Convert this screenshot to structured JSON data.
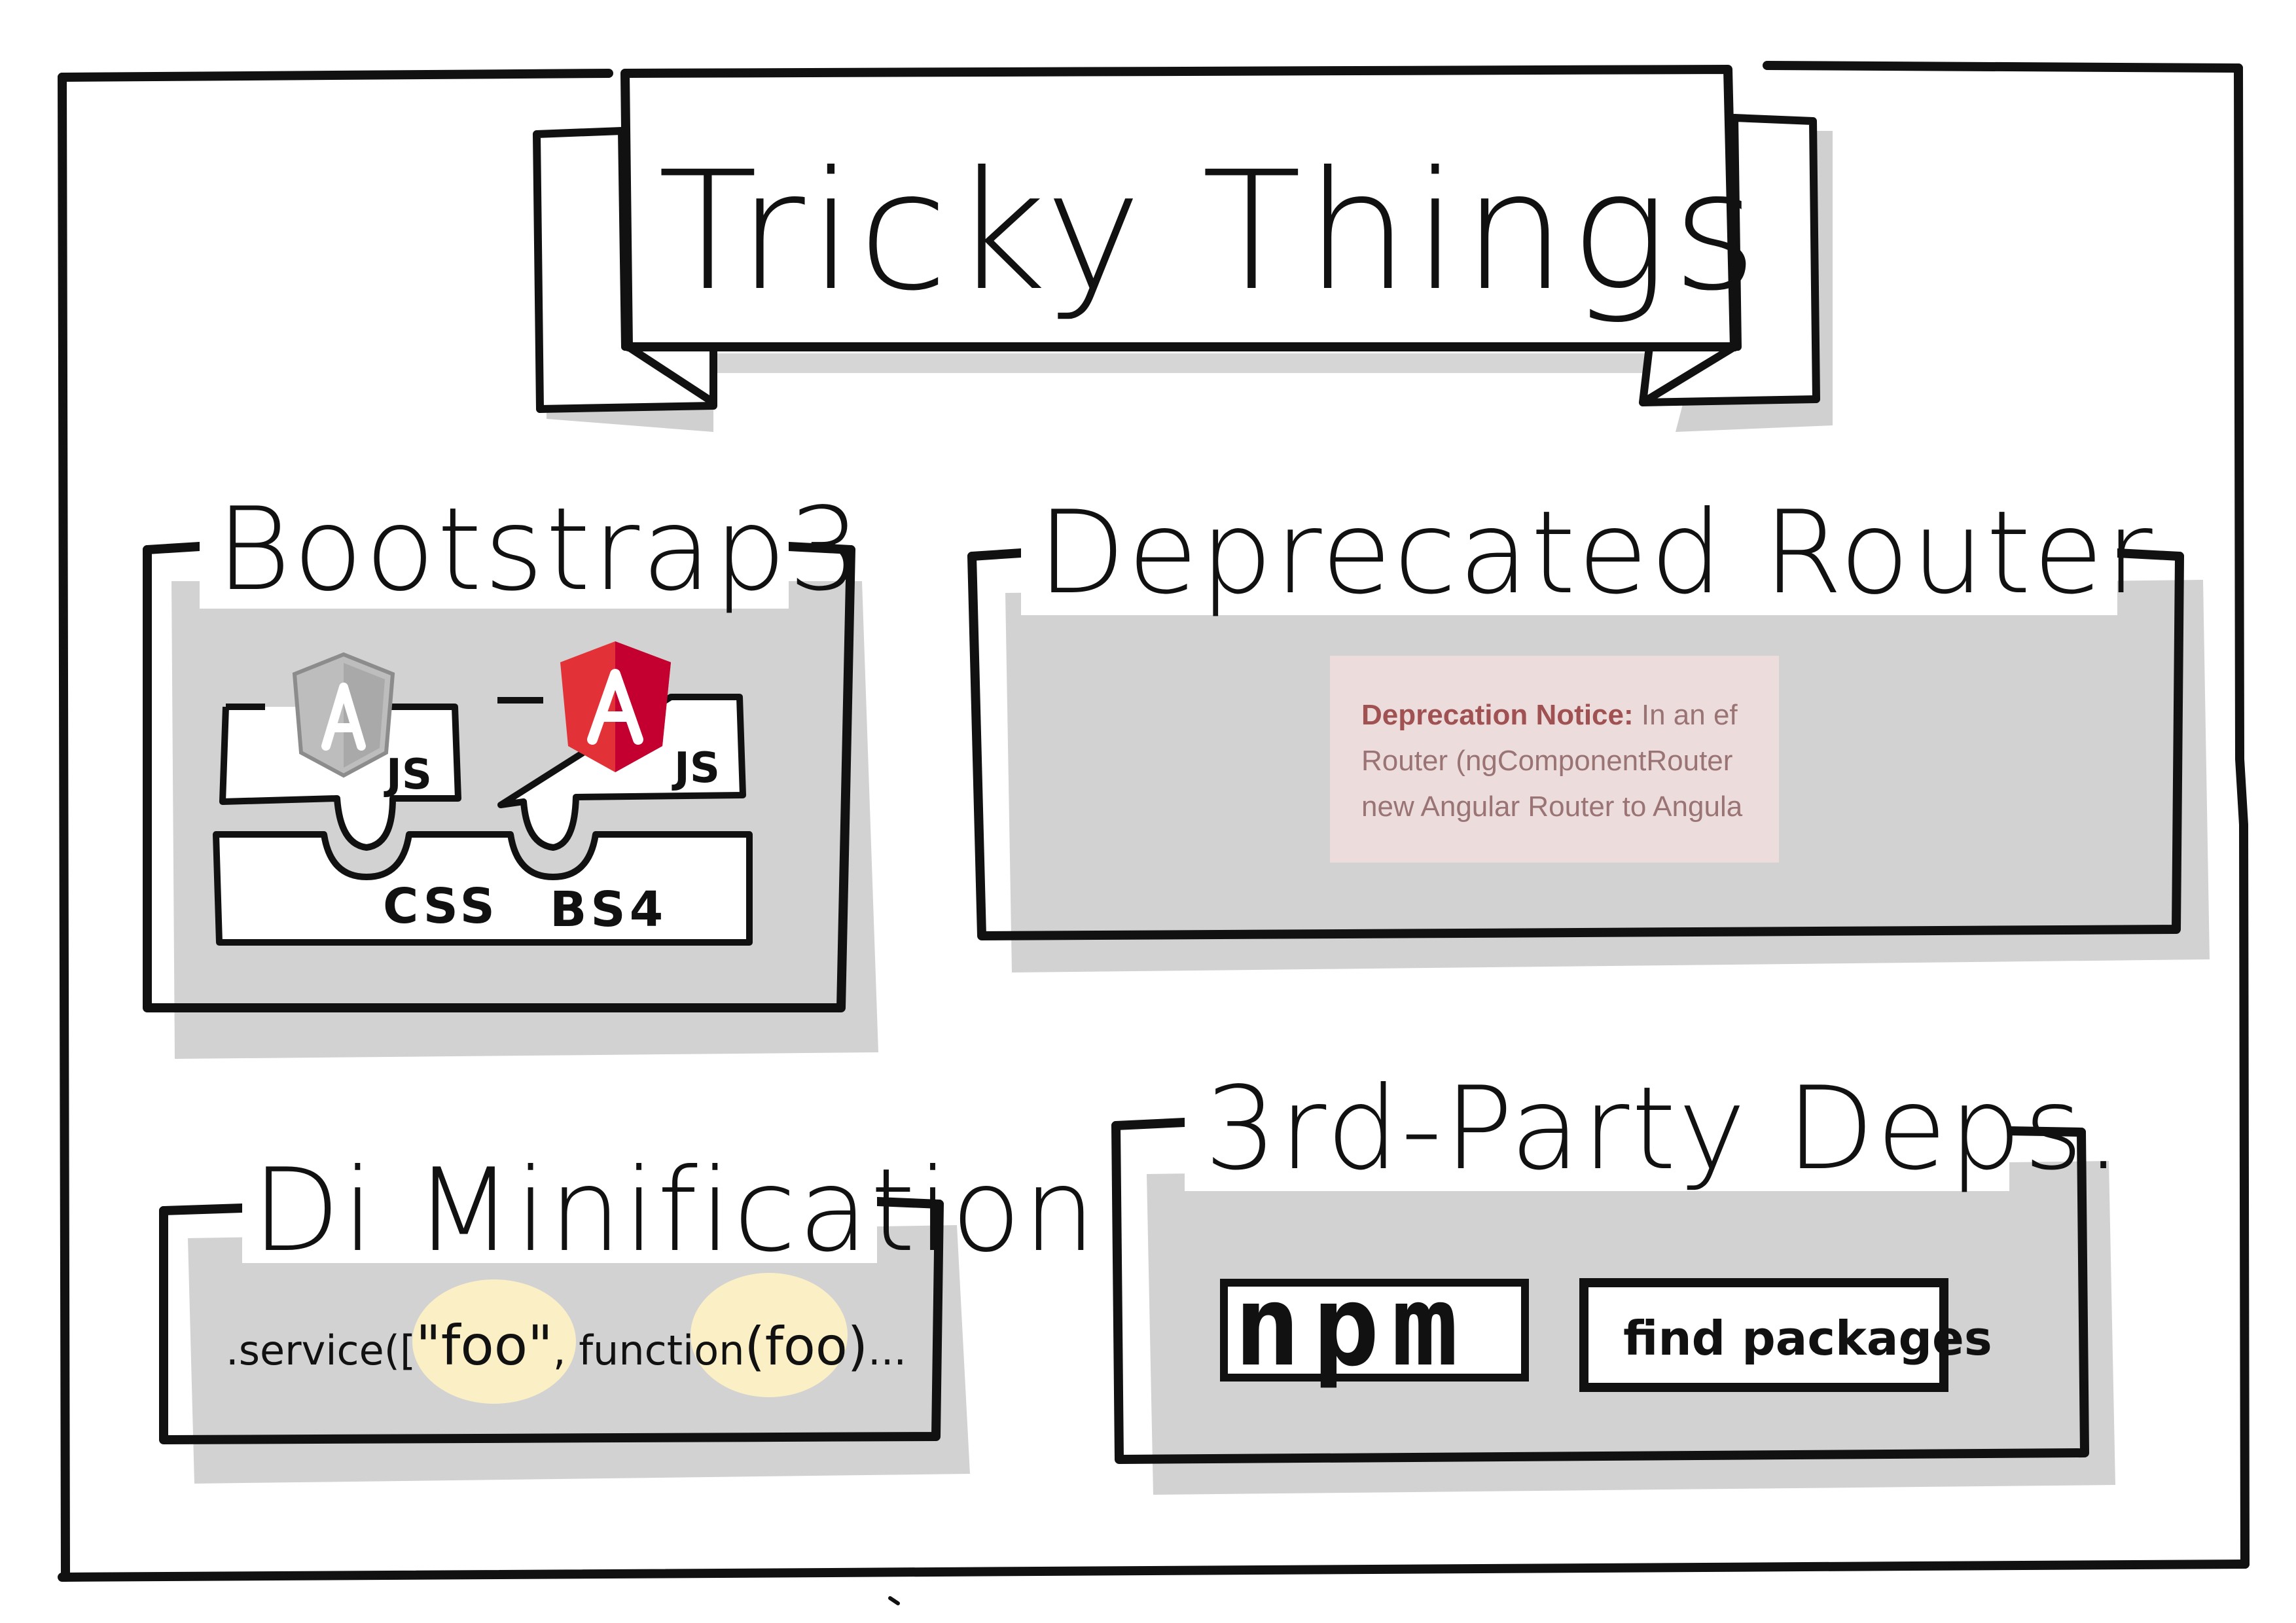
{
  "title": "Tricky Things",
  "sections": {
    "bootstrap": {
      "title": "Bootstrap3",
      "js_label_left": "JS",
      "js_label_right": "JS",
      "css_label": "CSS",
      "bs4_label": "BS4",
      "angularjs_logo_letter": "A",
      "angular_logo_letter": "A",
      "angularjs_logo_color": "#c7c7c7",
      "angular_logo_color": "#e23237"
    },
    "router": {
      "title": "Deprecated Router",
      "notice_label": "Deprecation Notice:",
      "notice_line1_rest": " In an ef",
      "notice_line2": "Router (ngComponentRouter",
      "notice_line3": "new Angular Router to Angula"
    },
    "di": {
      "title": "Di Minification",
      "code_prefix": ".service([",
      "code_foo_string": "\"foo\"",
      "code_middle": ", function",
      "code_foo_param": "(foo)",
      "code_suffix": "...",
      "highlight_color": "#fbefc6"
    },
    "deps": {
      "title": "3rd-Party Deps.",
      "npm_logo": "npm",
      "find_button": "find packages"
    }
  },
  "colors": {
    "ink": "#111111",
    "shadow": "#c8c8c8",
    "notice_bg": "#ecdcdc",
    "notice_text": "#9a7474"
  }
}
